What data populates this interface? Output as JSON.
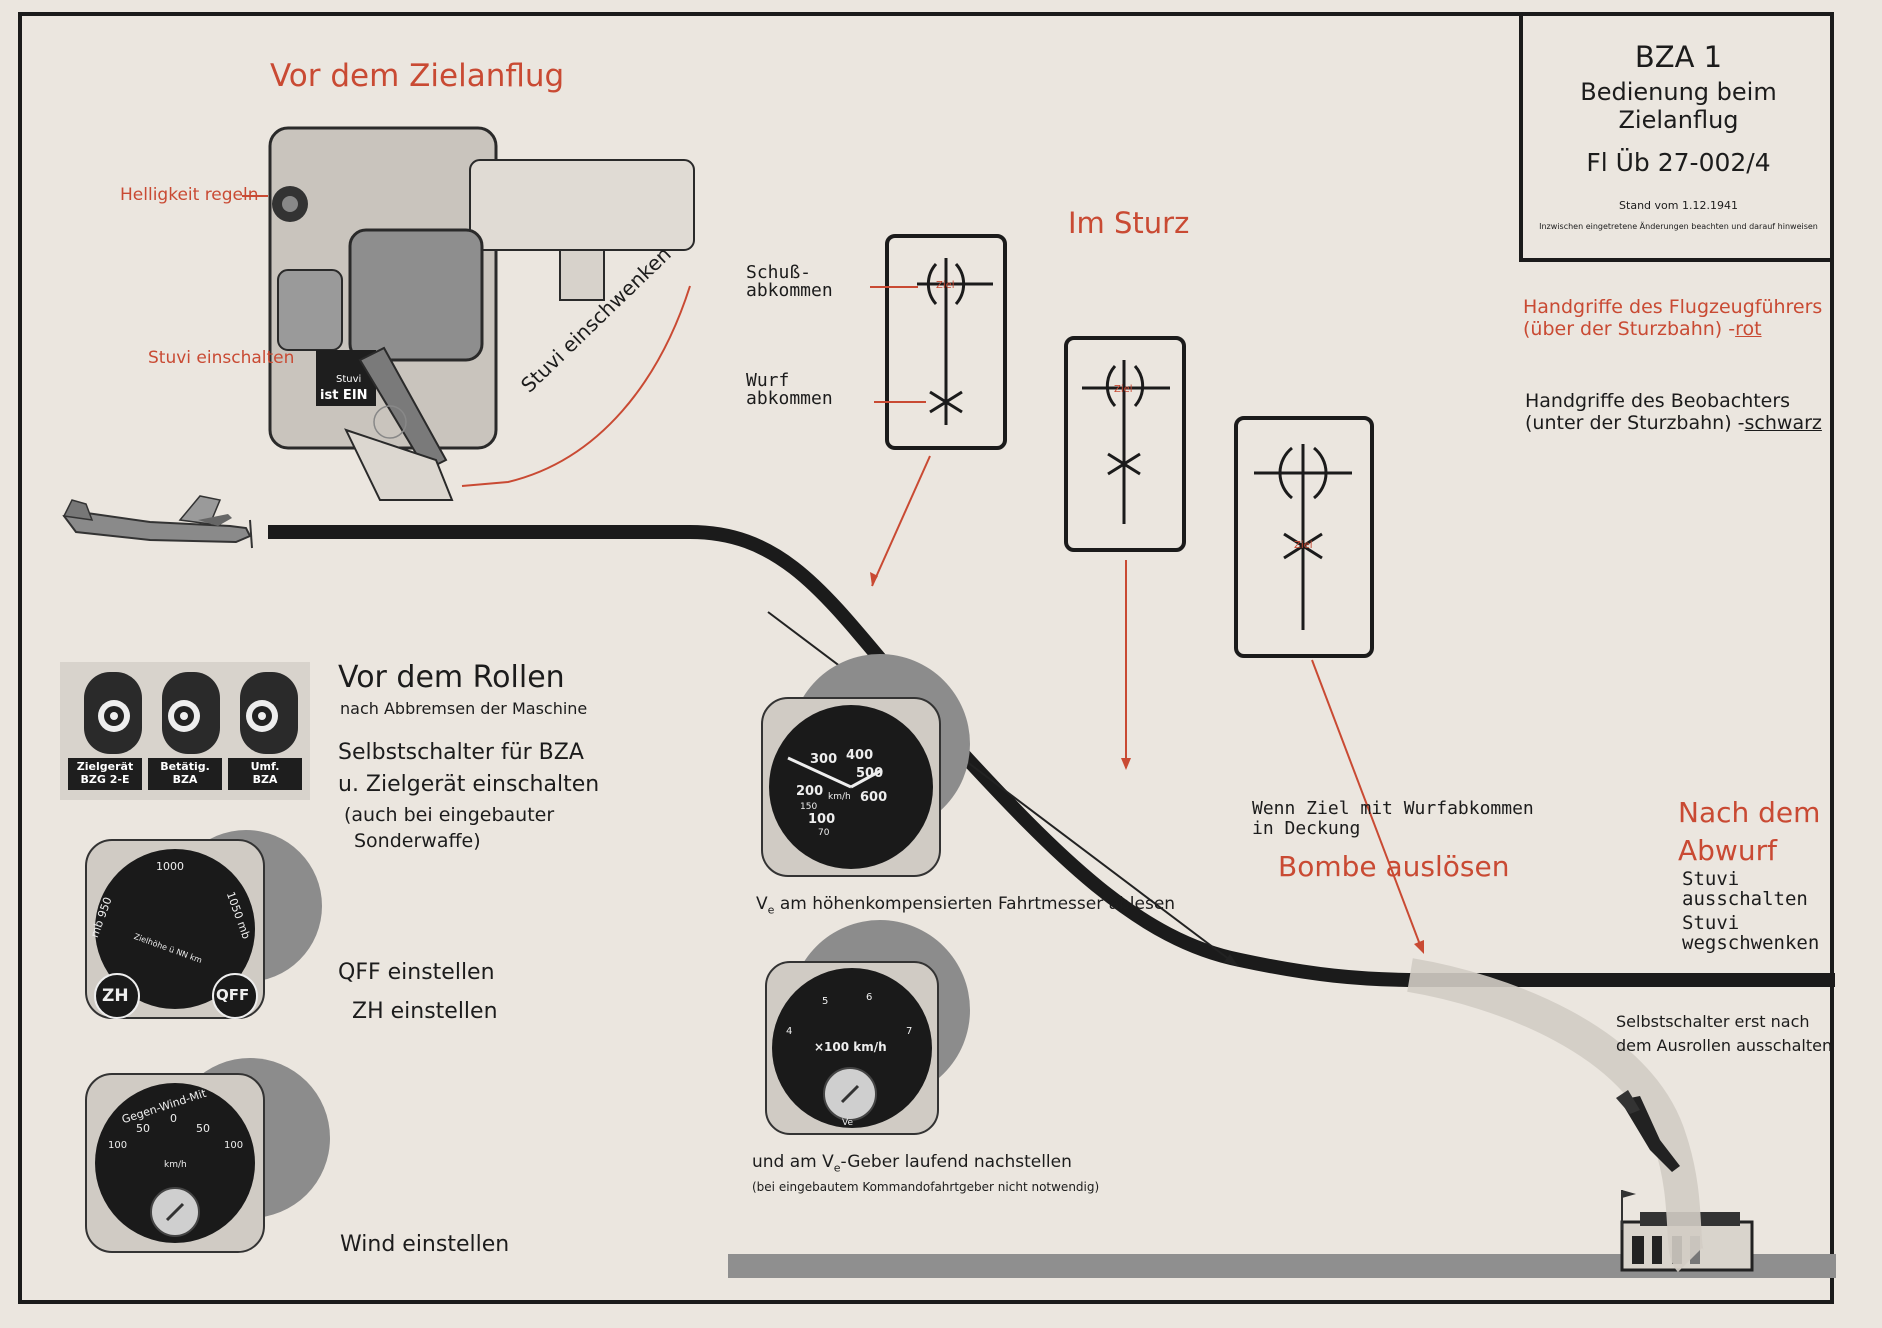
{
  "title_box": {
    "code": "BZA 1",
    "subtitle": "Bedienung beim Zielanflug",
    "number": "Fl Üb 27-002/4",
    "date": "Stand vom 1.12.1941",
    "note": "Inzwischen eingetretene Änderungen beachten und darauf hinweisen"
  },
  "legend": {
    "pilot_line1": "Handgriffe des Flugzeugführers",
    "pilot_line2_prefix": "(über der Sturzbahn) -",
    "pilot_line2_word": "rot",
    "observer_line1": "Handgriffe des Beobachters",
    "observer_line2_prefix": "(unter der Sturzbahn) -",
    "observer_line2_word": "schwarz"
  },
  "colors": {
    "red": "#c94a33",
    "ink": "#1b1b1b",
    "paper": "#ebe6df"
  },
  "sections": {
    "approach_title": "Vor dem Zielanflug",
    "dive_title": "Im Sturz",
    "rolling_title": "Vor dem Rollen",
    "rolling_sub": "nach Abbremsen der Maschine",
    "after_title_1": "Nach dem",
    "after_title_2": "Abwurf"
  },
  "sight_labels": {
    "brightness": "Helligkeit regeln",
    "stuvi_on": "Stuvi einschalten",
    "stuvi_swing_in": "Stuvi einschwenken",
    "stuvi_plate": "Stuvi",
    "stuvi_status": "ist EIN"
  },
  "reticle": {
    "shot_1": "Schuß-",
    "shot_2": "abkommen",
    "throw_1": "Wurf",
    "throw_2": "abkommen",
    "ziel": "Ziel"
  },
  "switches": {
    "labels": [
      {
        "top": "Zielgerät",
        "bottom": "BZG 2-E"
      },
      {
        "top": "Betätig.",
        "bottom": "BZA"
      },
      {
        "top": "Umf.",
        "bottom": "BZA"
      }
    ]
  },
  "instructions": {
    "self_switch_1": "Selbstschalter für BZA",
    "self_switch_2": "u. Zielgerät einschalten",
    "self_switch_3": "(auch bei eingebauter",
    "self_switch_4": "Sonderwaffe)",
    "qff": "QFF einstellen",
    "zh": "ZH einstellen",
    "wind": "Wind einstellen",
    "ve_read_1": "V",
    "ve_read_sub": "e",
    "ve_read_2": " am höhenkompensierten Fahrtmesser ablesen",
    "ve_adjust_1": "und am V",
    "ve_adjust_sub": "e",
    "ve_adjust_2": "-Geber laufend nachstellen",
    "ve_note": "(bei eingebautem Kommandofahrtgeber nicht notwendig)",
    "release_cond_1": "Wenn Ziel mit Wurfabkommen",
    "release_cond_2": "in Deckung",
    "release": "Bombe auslösen",
    "stuvi_off_1": "Stuvi",
    "stuvi_off_2": "ausschalten",
    "stuvi_away_1": "Stuvi",
    "stuvi_away_2": "wegschwenken",
    "after_roll_1": "Selbstschalter erst nach",
    "after_roll_2": "dem Ausrollen ausschalten"
  },
  "gauges": {
    "altimeter": {
      "top": "1000",
      "left": "mb 950",
      "right": "1050 mb",
      "inner": "Zielhöhe ü NN km",
      "k1": "ZH",
      "k2": "QFF"
    },
    "wind": {
      "arc": "Gegen-Wind-Mit",
      "s1": "100",
      "s2": "50",
      "s3": "0",
      "s4": "50",
      "s5": "100",
      "unit": "km/h"
    },
    "airspeed": {
      "n300": "300",
      "n400": "400",
      "n500": "500",
      "n200": "200",
      "n600": "600",
      "n150": "150",
      "n100": "100",
      "n70": "70",
      "unit": "km/h"
    },
    "ve_setter": {
      "n4": "4",
      "n5": "5",
      "n6": "6",
      "n7": "7",
      "unit": "×100 km/h",
      "ve": "Ve"
    }
  }
}
